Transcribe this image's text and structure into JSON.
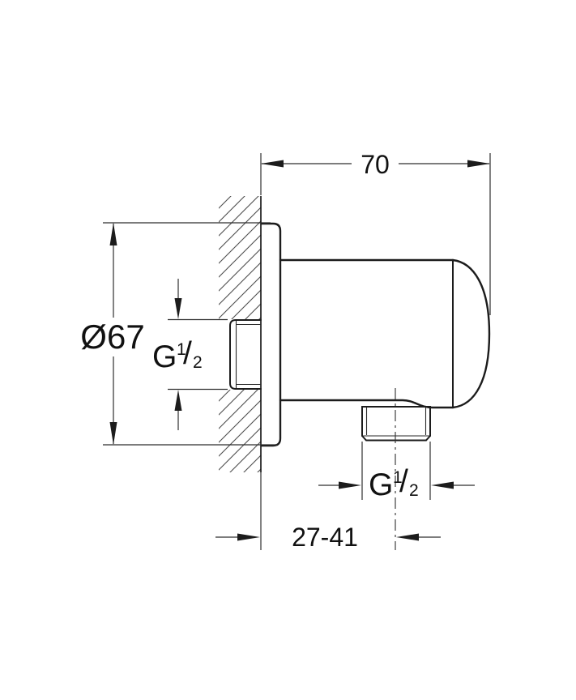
{
  "drawing": {
    "colors": {
      "background": "#ffffff",
      "outline": "#1c1c1c",
      "dimension_lines": "#2e2e2e",
      "hatch": "#4d4d4d"
    },
    "labels": {
      "width": "70",
      "flange_diameter": "Ø67",
      "depth_range": "27-41",
      "inlet_thread": {
        "prefix": "G",
        "numerator": "1",
        "slash": "/",
        "denominator": "2"
      },
      "outlet_thread": {
        "prefix": "G",
        "numerator": "1",
        "slash": "/",
        "denominator": "2"
      }
    }
  }
}
